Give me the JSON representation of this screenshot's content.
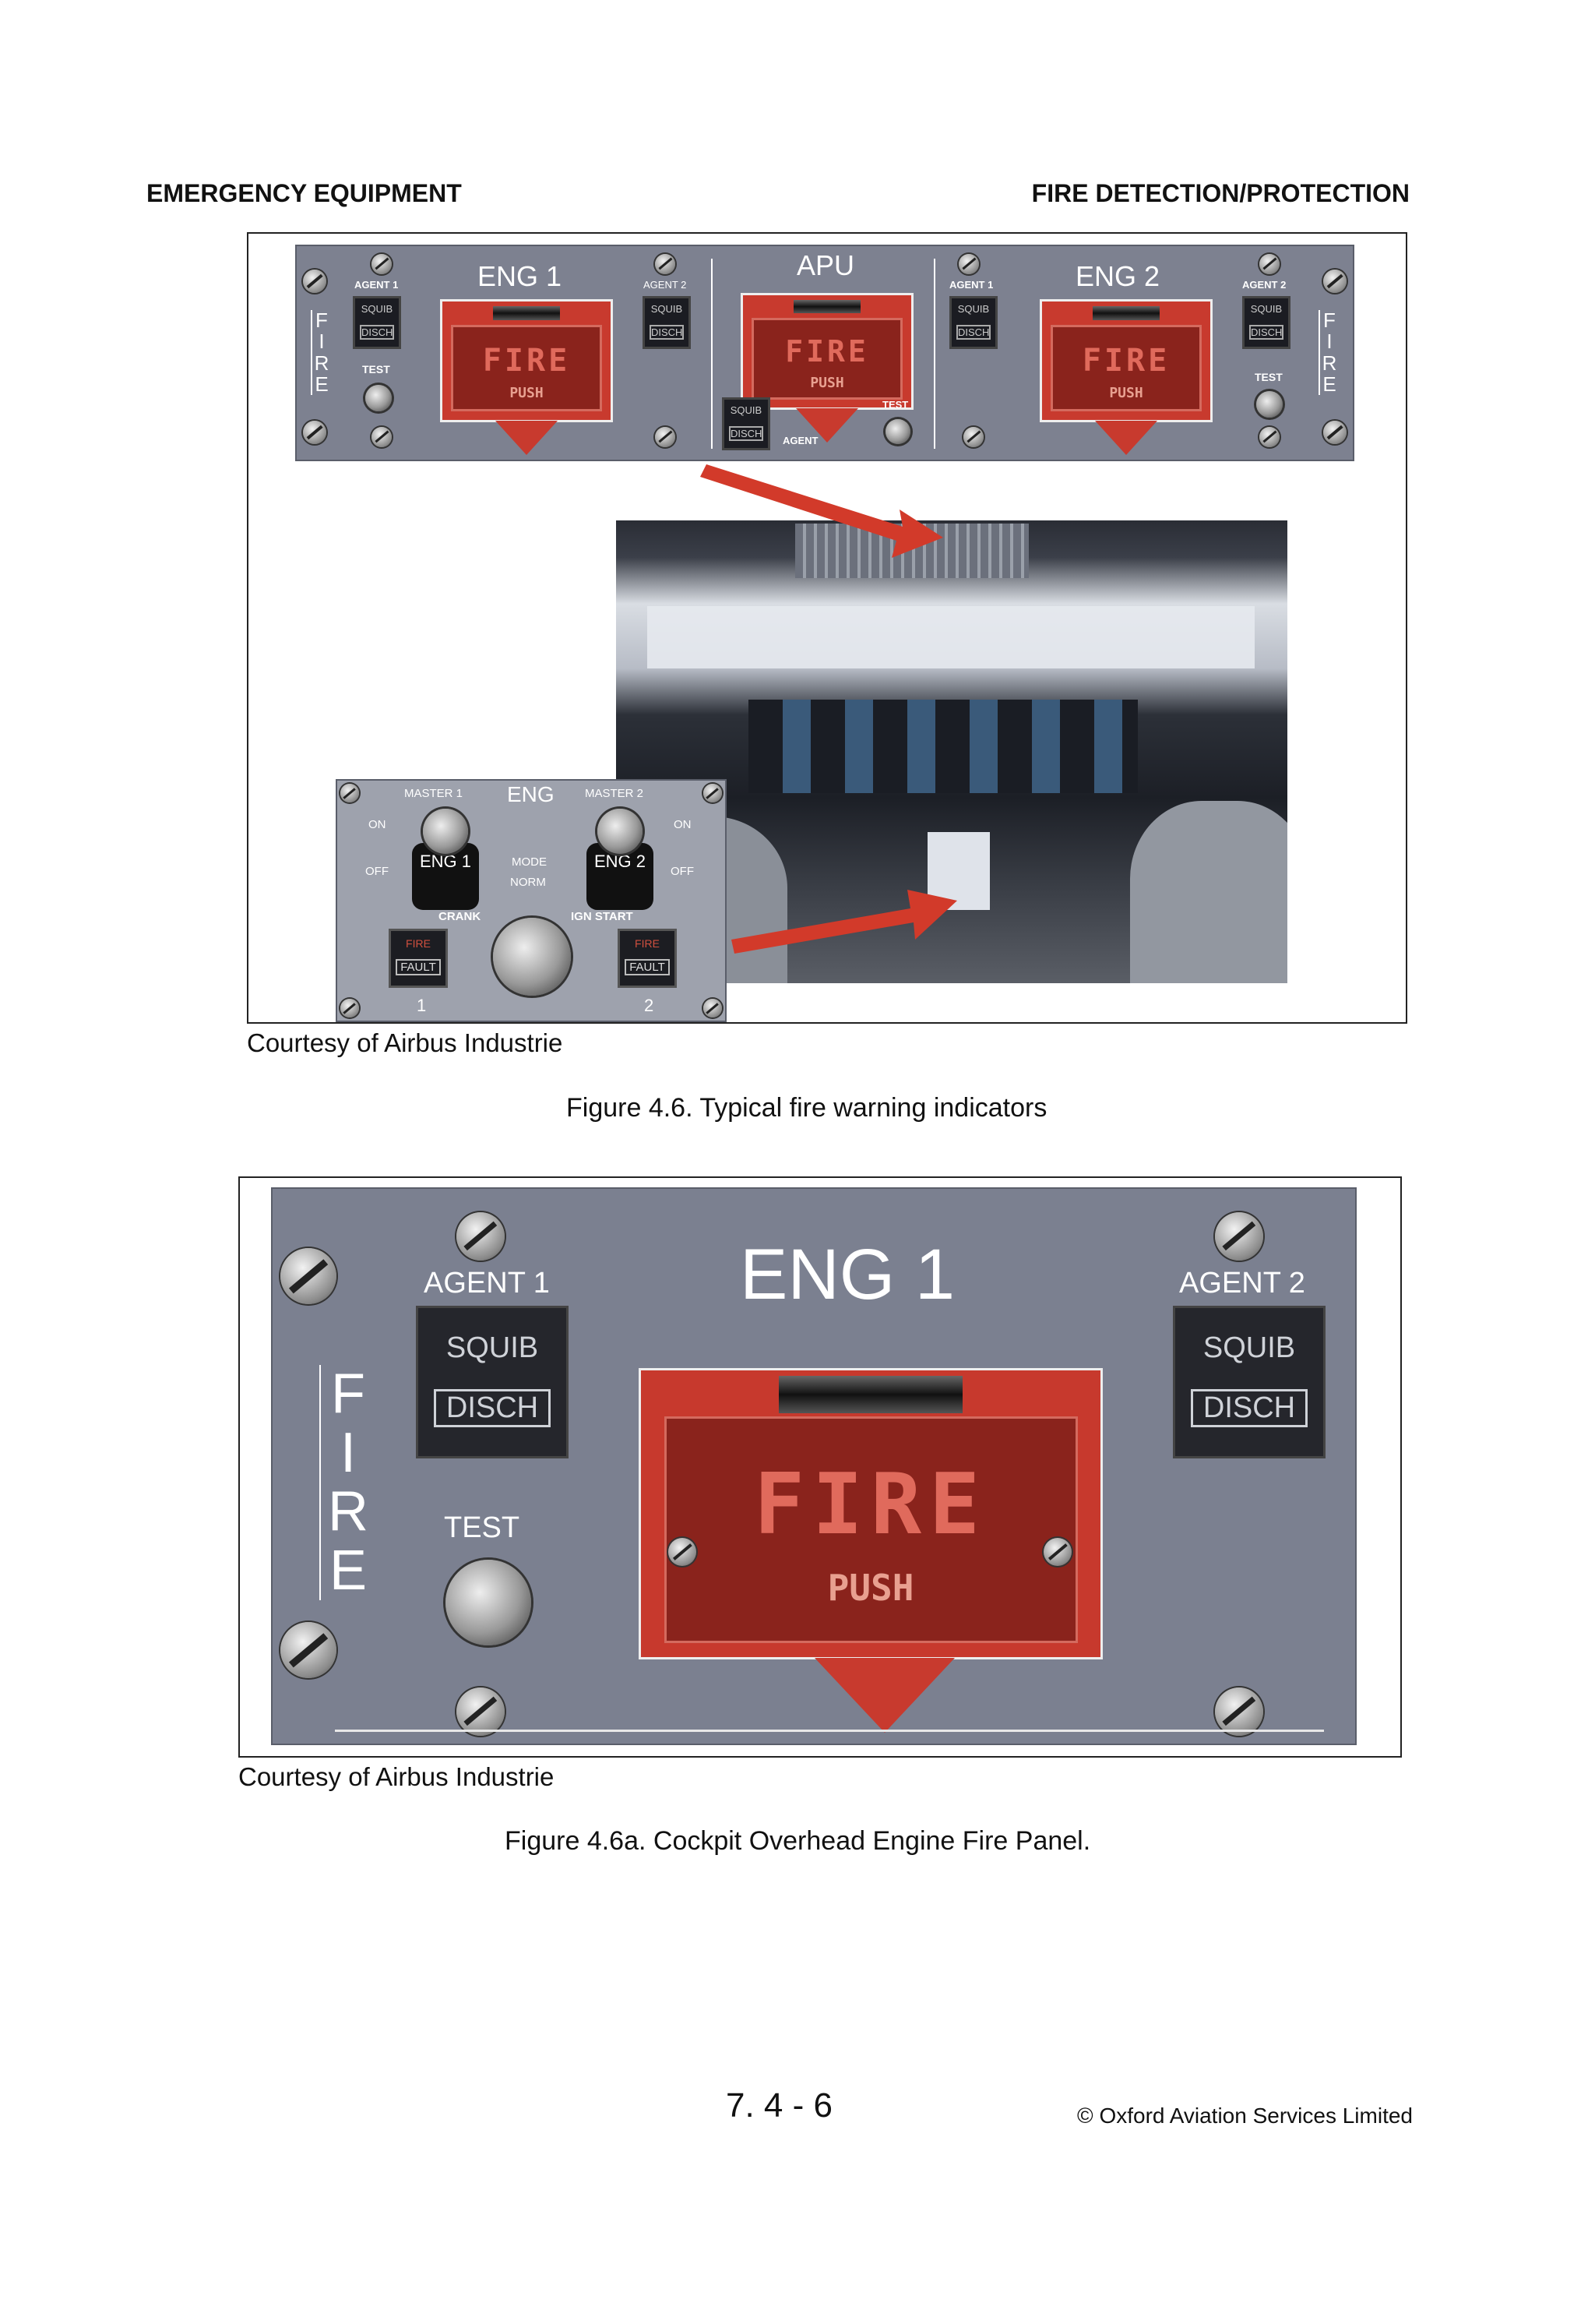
{
  "header": {
    "left": "EMERGENCY EQUIPMENT",
    "right": "FIRE DETECTION/PROTECTION"
  },
  "figure1": {
    "courtesy": "Courtesy of Airbus Industrie",
    "caption": "Figure 4.6.  Typical fire warning indicators",
    "overhead_panel": {
      "eng1_label": "ENG 1",
      "apu_label": "APU",
      "eng2_label": "ENG 2",
      "agent1": "AGENT 1",
      "agent2": "AGENT 2",
      "agent": "AGENT",
      "squib": "SQUIB",
      "disch": "DISCH",
      "test": "TEST",
      "fire": "FIRE",
      "push": "PUSH",
      "fire_vertical": "F I R E"
    },
    "pedestal_panel": {
      "eng": "ENG",
      "master1": "MASTER 1",
      "master2": "MASTER 2",
      "on": "ON",
      "off": "OFF",
      "mode": "MODE",
      "norm": "NORM",
      "crank": "CRANK",
      "ign_start": "IGN START",
      "eng1_knob": "ENG 1",
      "eng2_knob": "ENG 2",
      "fire": "FIRE",
      "fault": "FAULT",
      "num1": "1",
      "num2": "2"
    }
  },
  "figure2": {
    "courtesy": "Courtesy of Airbus Industrie",
    "caption": "Figure 4.6a.  Cockpit Overhead Engine Fire Panel.",
    "panel": {
      "title": "ENG 1",
      "agent1": "AGENT 1",
      "agent2": "AGENT 2",
      "squib": "SQUIB",
      "disch": "DISCH",
      "test": "TEST",
      "fire": "FIRE",
      "push": "PUSH",
      "fire_vertical": "F I R E"
    }
  },
  "footer": {
    "page_number": "7. 4 - 6",
    "copyright": "© Oxford Aviation Services Limited"
  },
  "colors": {
    "panel_gray": "#7d8190",
    "fire_red": "#c83a2e",
    "arrow_red": "#d23a2a"
  }
}
